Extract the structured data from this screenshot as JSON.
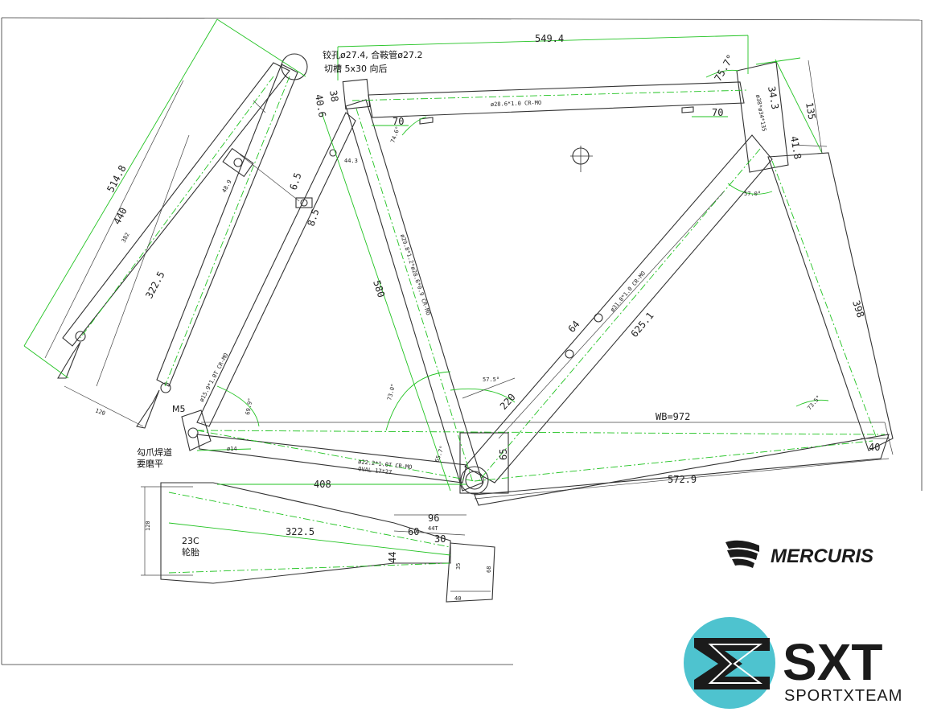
{
  "notes": {
    "seatpost_line1": "铰孔ø27.4, 合鞍管ø27.2",
    "seatpost_line2": "切槽 5x30 向后",
    "dropout_line1": "勾爪焊道",
    "dropout_line2": "要磨平",
    "tire_line1": "23C",
    "tire_line2": "轮胎",
    "m5": "M5"
  },
  "dimensions": {
    "top_tube_length": "549.4",
    "angle_75_7": "75.7°",
    "head_34_3": "34.3",
    "head_135": "135",
    "head_tube_spec": "ø38*ø34*135",
    "head_41_8": "41.8",
    "top_tube_spec": "ø28.6*1.0 CR-MO",
    "seat_38": "38",
    "seat_40_6": "40.6",
    "bottle_70_left": "70",
    "bottle_70_right": "70",
    "angle_74_6": "74.6°",
    "seat_44_3": "44.3",
    "bb_drop_6_5": "6.5",
    "bb_8_5": "8.5",
    "angle_57_0": "57.0°",
    "seat_stay_514_8": "514.8",
    "d_440": "440",
    "d_382": "382",
    "d_48_9": "48.9",
    "d_322_5": "322.5",
    "d_120": "120",
    "seat_tube_spec": "ø29.8*1.2*ø28.6*0.9 CR-MO",
    "seat_tube_580": "580",
    "down_tube_spec": "ø31.8*1.0 CR-MO",
    "d_64": "64",
    "down_tube_625_1": "625.1",
    "chainstay_398": "398",
    "angle_73_0": "73.0°",
    "angle_57_5": "57.5°",
    "d_220": "220",
    "angle_73_5": "73.5°",
    "angle_69_9": "69.9°",
    "seat_stay_spec": "ø15.9*1.0T CR-MO",
    "wheelbase": "WB=972",
    "d_40_right": "40",
    "chainstay_spec": "ø22.2*1.0T CR-MO",
    "chainstay_oval": "OVAL 17*27",
    "stay_phi14": "ø14",
    "angle_65_7": "65.7°",
    "bb_65": "65",
    "front_572_9": "572.9",
    "d_408": "408",
    "d_96": "96",
    "d_44t": "44T",
    "d_60": "60",
    "d_30": "30",
    "d_120_bottom": "120",
    "d_322_5_bottom": "322.5",
    "d_44": "44",
    "d_35": "35",
    "d_68": "68",
    "d_40_bottom": "40"
  },
  "brands": {
    "mercuris": "MERCURIS",
    "sxt": "SXT",
    "sxt_sub": "SPORTXTEAM"
  },
  "colors": {
    "outline": "#333333",
    "dimension_green": "#22c322",
    "sxt_teal": "#4ec3cf",
    "brand_dark": "#1b1b1b"
  }
}
